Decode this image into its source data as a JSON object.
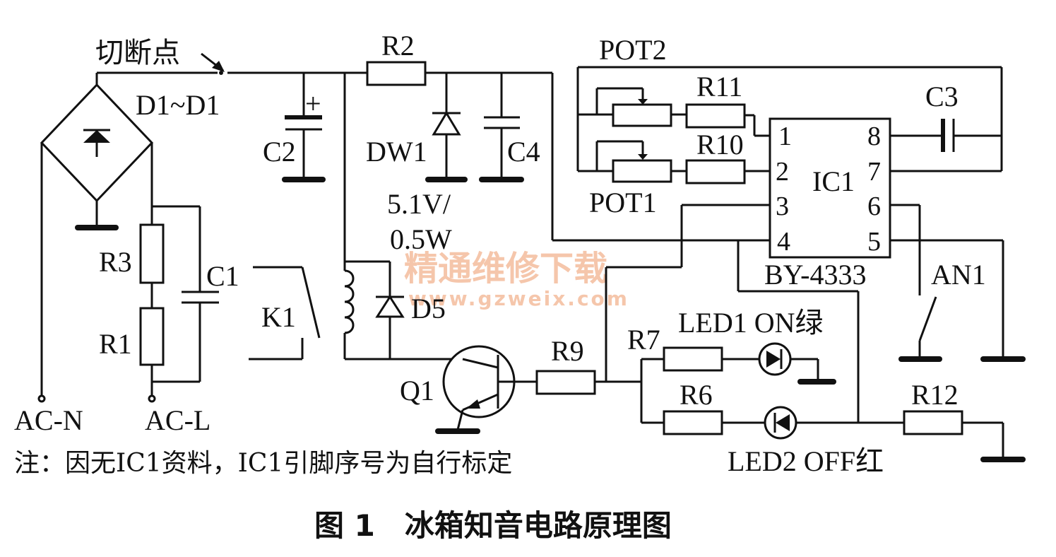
{
  "labels": {
    "cut_point": "切断点",
    "bridge": "D1~D1",
    "r2": "R2",
    "c2": "C2",
    "dw1": "DW1",
    "c4": "C4",
    "dw1_rating_1": "5.1V/",
    "dw1_rating_2": "0.5W",
    "pot2": "POT2",
    "pot1": "POT1",
    "r11": "R11",
    "r10": "R10",
    "c3": "C3",
    "ic1": "IC1",
    "ic_part": "BY-4333",
    "r3": "R3",
    "r1": "R1",
    "c1": "C1",
    "k1": "K1",
    "d5": "D5",
    "q1": "Q1",
    "r9": "R9",
    "r7": "R7",
    "r6": "R6",
    "r12": "R12",
    "an1": "AN1",
    "led1": "LED1 ON绿",
    "led2": "LED2 OFF红",
    "ac_n": "AC-N",
    "ac_l": "AC-L"
  },
  "ic_pins": [
    "1",
    "2",
    "3",
    "4",
    "8",
    "7",
    "6",
    "5"
  ],
  "note": "注：因无IC1资料，IC1引脚序号为自行标定",
  "caption": "图 1　冰箱知音电路原理图",
  "watermark": {
    "cn": "精通维修下载",
    "url": "www.gzweix.com"
  }
}
